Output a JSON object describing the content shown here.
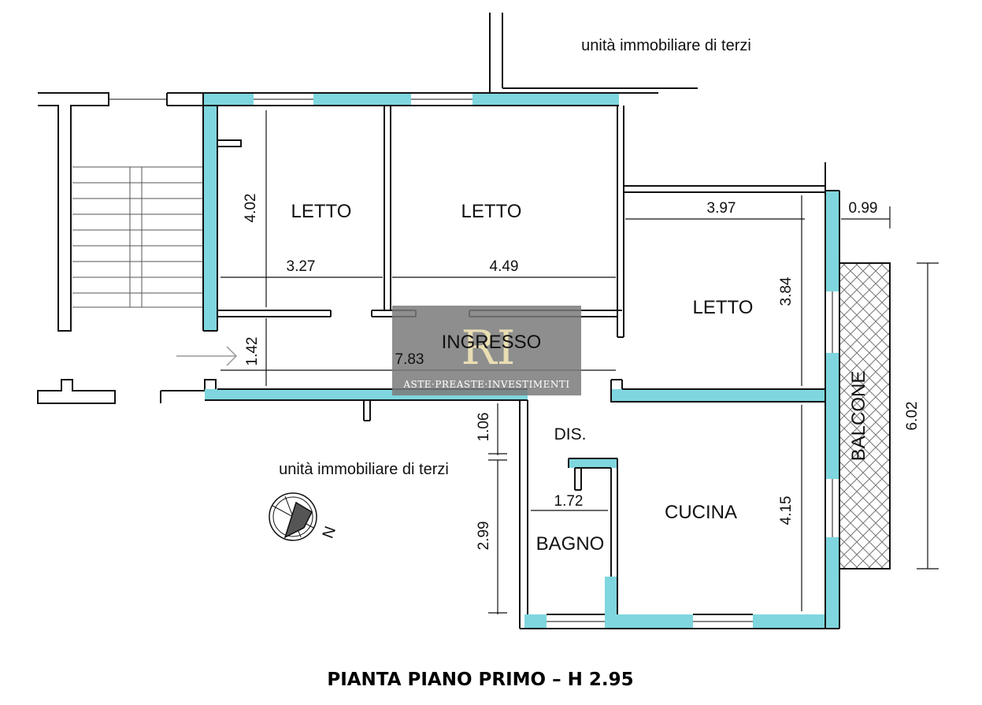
{
  "plan": {
    "title": "PIANTA PIANO PRIMO – H 2.95",
    "neighbor_top": "unità immobiliare di terzi",
    "neighbor_left": "unità immobiliare di terzi",
    "north": "N"
  },
  "rooms": {
    "letto_1": "LETTO",
    "letto_2": "LETTO",
    "letto_3": "LETTO",
    "ingresso": "INGRESSO",
    "dis": "DIS.",
    "bagno": "BAGNO",
    "cucina": "CUCINA",
    "balcone": "BALCONE"
  },
  "dimensions": {
    "letto1_height": "4.02",
    "letto1_width": "3.27",
    "letto2_width": "4.49",
    "letto3_width": "3.97",
    "balcone_depth": "0.99",
    "letto3_height": "3.84",
    "ingresso_height": "1.42",
    "ingresso_width": "7.83",
    "dis_height": "1.06",
    "bagno_width": "1.72",
    "bagno_height": "2.99",
    "cucina_height": "4.15",
    "balcone_length": "6.02"
  },
  "watermark": {
    "text": "ASTE·PREASTE·INVESTIMENTI",
    "monogram": "RI"
  },
  "colors": {
    "wall_fill": "#7fd6de",
    "line": "#111111",
    "watermark_bg": "#7a7a7a"
  }
}
